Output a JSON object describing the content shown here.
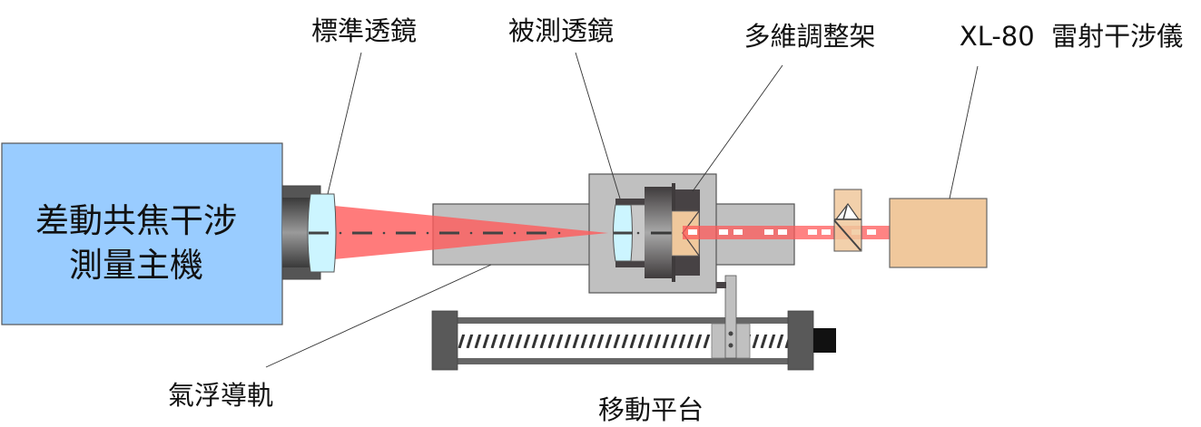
{
  "diagram": {
    "title": "差動共焦干涉測量系統示意圖",
    "components": {
      "host": {
        "line1": "差動共焦干涉",
        "line2": "測量主機"
      },
      "reference_lens": {
        "label": "標準透鏡"
      },
      "test_lens": {
        "label": "被測透鏡"
      },
      "mount": {
        "label": "多維調整架"
      },
      "laser": {
        "label": "XL-80  雷射干涉儀"
      },
      "air_rail": {
        "label": "氣浮導軌"
      },
      "stage": {
        "label": "移動平台"
      }
    },
    "colors": {
      "host_fill": "#99ccff",
      "lens_fill": "#ccf5ff",
      "beam_red": "#ff5a5a",
      "rail_gray": "#c0c0c0",
      "dark_gray": "#474244",
      "peach": "#f0c89c",
      "stage_dark": "#595959",
      "motor_black": "#111111"
    }
  }
}
